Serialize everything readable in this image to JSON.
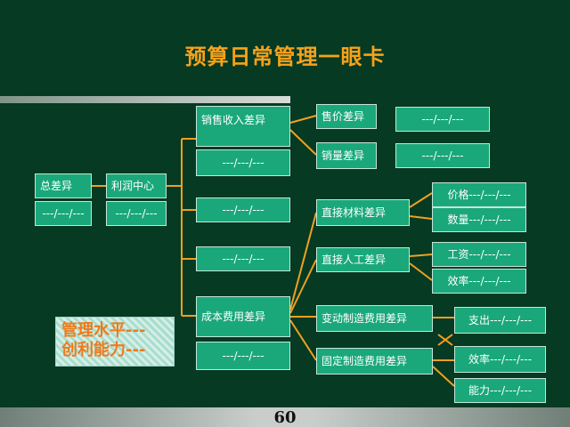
{
  "title": "预算日常管理一眼卡",
  "placeholder": "---/---/---",
  "nodes": {
    "total_variance": "总差异",
    "profit_center": "利润中心",
    "sales_revenue_variance": "销售收入差异",
    "price_variance": "售价差异",
    "volume_variance": "销量差异",
    "direct_material_variance": "直接材料差异",
    "direct_labor_variance": "直接人工差异",
    "cost_expense_variance": "成本费用差异",
    "variable_overhead_variance": "变动制造费用差异",
    "fixed_overhead_variance": "固定制造费用差异",
    "material_price": "价格---/---/---",
    "material_quantity": "数量---/---/---",
    "labor_wage": "工资---/---/---",
    "labor_efficiency": "效率---/---/---",
    "var_spending": "支出---/---/---",
    "fixed_efficiency": "效率---/---/---",
    "fixed_capacity": "能力---/---/---"
  },
  "summary": {
    "line1": "管理水平---",
    "line2": "创利能力---"
  },
  "page_number": "60",
  "colors": {
    "background": "#063a22",
    "title": "#f7a21a",
    "box": "#1aa87b",
    "connector": "#f0a020"
  }
}
